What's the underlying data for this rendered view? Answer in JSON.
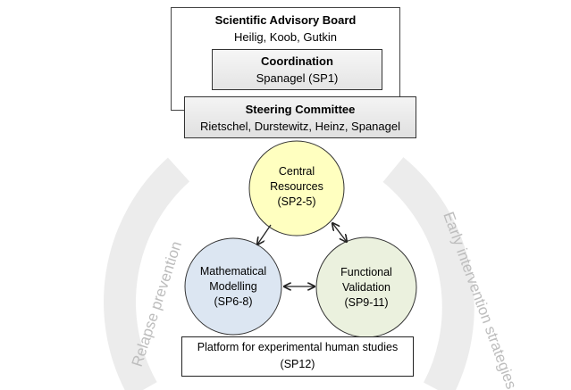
{
  "advisory_board": {
    "title": "Scientific Advisory Board",
    "members": "Heilig, Koob, Gutkin"
  },
  "coordination": {
    "title": "Coordination",
    "members": "Spanagel (SP1)"
  },
  "steering_committee": {
    "title": "Steering Committee",
    "members": "Rietschel, Durstewitz, Heinz, Spanagel"
  },
  "circles": {
    "central": {
      "line1": "Central",
      "line2": "Resources",
      "line3": "(SP2-5)",
      "color": "#ffffc0"
    },
    "mathematical": {
      "line1": "Mathematical",
      "line2": "Modelling",
      "line3": "(SP6-8)",
      "color": "#dce6f2"
    },
    "functional": {
      "line1": "Functional",
      "line2": "Validation",
      "line3": "(SP9-11)",
      "color": "#ebf1de"
    }
  },
  "platform": {
    "title": "Platform for experimental human studies",
    "code": "(SP12)"
  },
  "arcs": {
    "left": "Relapse prevention",
    "right": "Early intervention strategies",
    "color": "#ececec"
  }
}
